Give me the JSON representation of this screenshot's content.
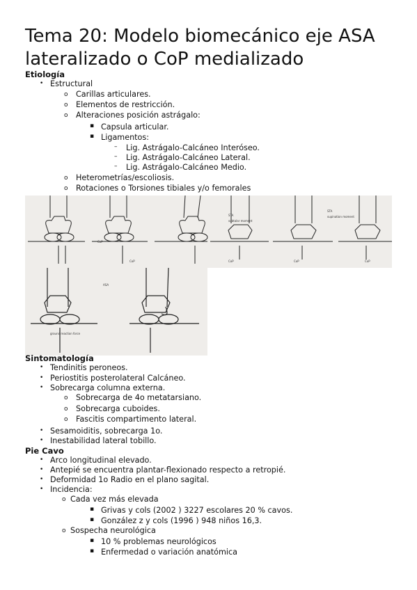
{
  "title": "Tema 20: Modelo biomecánico eje ASA lateralizado o CoP medializado",
  "etiologia": {
    "heading": "Etiología",
    "items": [
      {
        "text": "Estructural",
        "level": 1
      },
      {
        "text": "Carillas articulares.",
        "level": 2
      },
      {
        "text": "Elementos de restricción.",
        "level": 2
      },
      {
        "text": "Alteraciones posición astrágalo:",
        "level": 2
      },
      {
        "text": "Capsula articular.",
        "level": 3
      },
      {
        "text": "Ligamentos:",
        "level": 3
      },
      {
        "text": "Lig. Astrágalo-Calcáneo Interóseo.",
        "level": 4
      },
      {
        "text": "Lig. Astrágalo-Calcáneo Lateral.",
        "level": 4
      },
      {
        "text": "Lig. Astrágalo-Calcáneo Medio.",
        "level": 4
      },
      {
        "text": "Heterometrías/escoliosis.",
        "level": 2
      },
      {
        "text": "Rotaciones o Torsiones tibiales y/o femorales",
        "level": 2
      }
    ]
  },
  "sintomatologia": {
    "heading": "Sintomatología",
    "items": [
      {
        "text": "Tendinitis peroneos.",
        "level": 1
      },
      {
        "text": "Periostitis posterolateral Calcáneo.",
        "level": 1
      },
      {
        "text": "Sobrecarga columna externa.",
        "level": 1
      },
      {
        "text": "Sobrecarga de 4o metatarsiano.",
        "level": 2
      },
      {
        "text": "Sobrecarga cuboides.",
        "level": 2
      },
      {
        "text": "Fascitis compartimento lateral.",
        "level": 2
      },
      {
        "text": "Sesamoiditis, sobrecarga 1o.",
        "level": 1
      },
      {
        "text": "Inestabilidad lateral tobillo.",
        "level": 1
      }
    ]
  },
  "pie_cavo": {
    "heading": "Pie Cavo",
    "items": [
      {
        "text": "Arco longitudinal elevado.",
        "level": 1
      },
      {
        "text": "Antepié se encuentra plantar-flexionado respecto a retropié.",
        "level": 1
      },
      {
        "text": "Deformidad 1o Radio en el plano sagital.",
        "level": 1
      },
      {
        "text": "Incidencia:",
        "level": 1
      },
      {
        "text": "Cada vez más elevada",
        "level": 2
      },
      {
        "text": "Grivas y cols (2002 ) 3227 escolares 20 % cavos.",
        "level": 3
      },
      {
        "text": "González z y cols (1996 ) 948 niños 16,3.",
        "level": 3
      },
      {
        "text": "Sospecha neurológica",
        "level": 2
      },
      {
        "text": "10 % problemas neurológicos",
        "level": 3
      },
      {
        "text": "Enfermedad o variación anatómica",
        "level": 3
      }
    ]
  },
  "figure": {
    "labels": {
      "cop": "CoP",
      "asa": "ASA",
      "sta": "STA",
      "subtalar_moment": "subtalar moment",
      "supination_moment": "supination moment",
      "ground_reaction": "ground reaction force"
    }
  }
}
